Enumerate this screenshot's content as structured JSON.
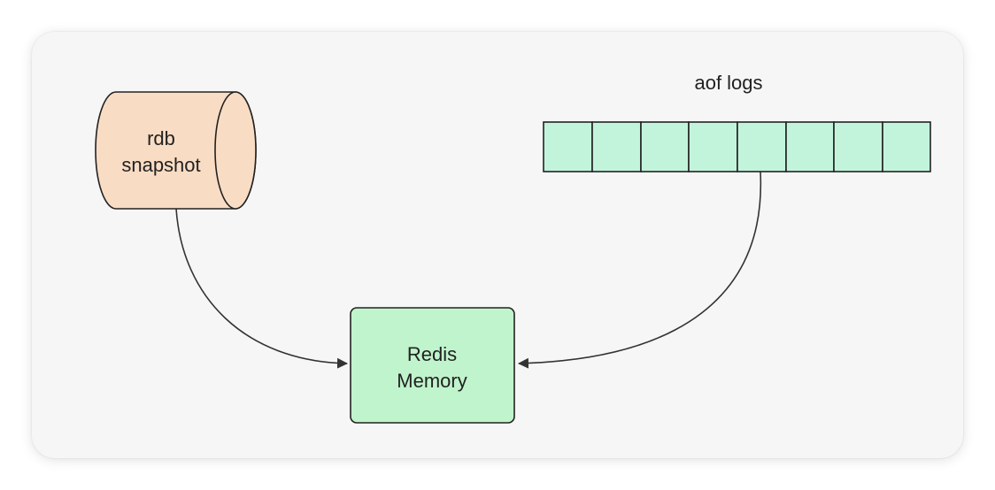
{
  "diagram": {
    "rdb": {
      "line1": "rdb",
      "line2": "snapshot",
      "fill": "#f9dcc4",
      "stroke": "#222222"
    },
    "aof": {
      "label": "aof logs",
      "cell_count": 8,
      "fill": "#c2f4dc",
      "stroke": "#222222"
    },
    "memory": {
      "line1": "Redis",
      "line2": "Memory",
      "fill": "#c0f4cc",
      "stroke": "#222222"
    },
    "edges": [
      {
        "from": "rdb-snapshot",
        "to": "redis-memory"
      },
      {
        "from": "aof-logs",
        "to": "redis-memory"
      }
    ]
  }
}
